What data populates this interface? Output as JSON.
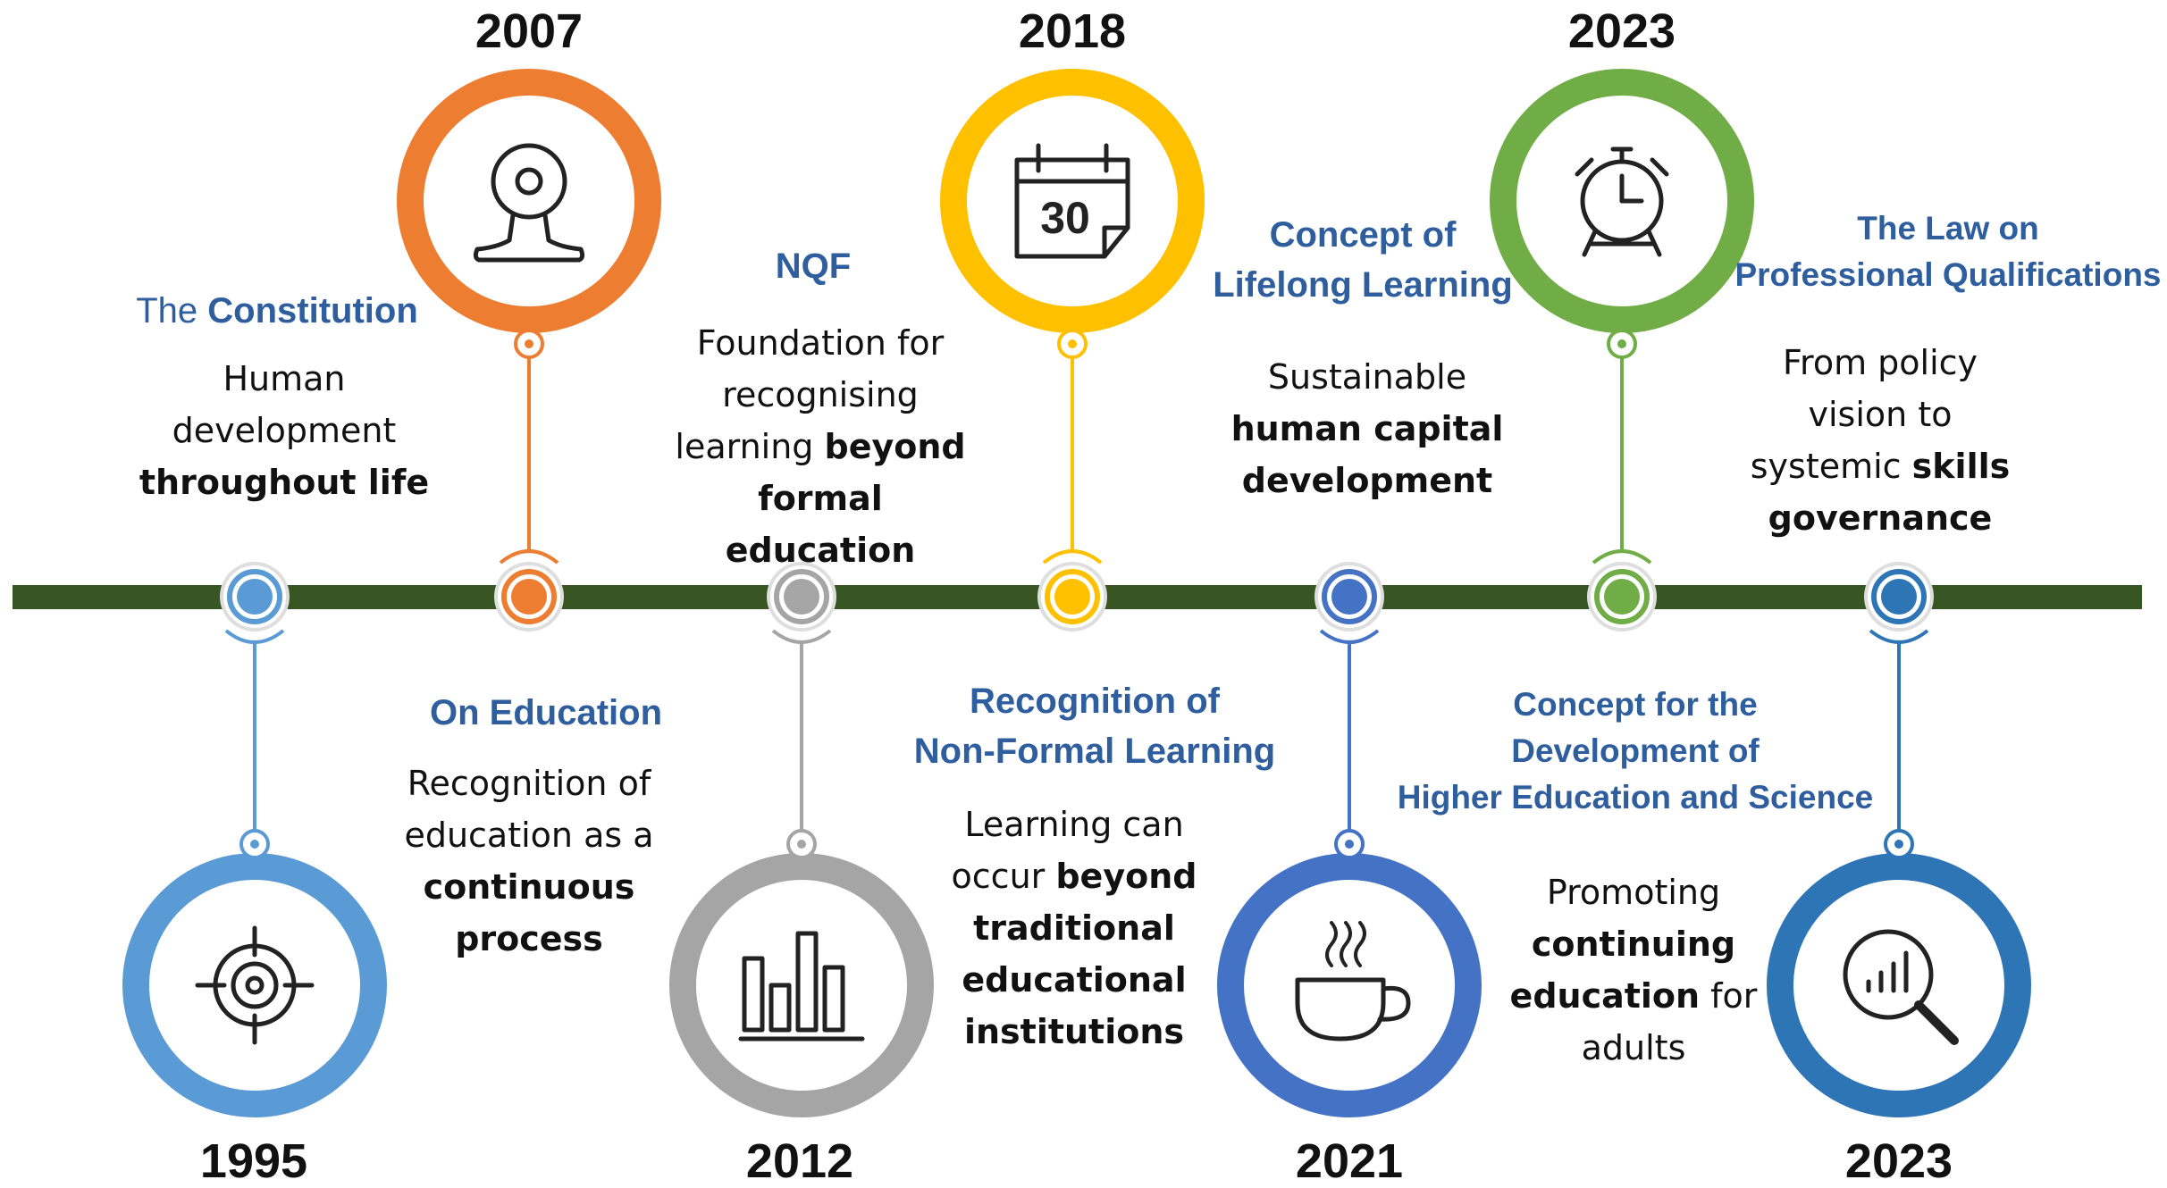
{
  "timeline_color": "#375623",
  "events": [
    {
      "year": "1995",
      "color": "#5b9bd5",
      "icon": "target-icon",
      "title_pre": "The ",
      "title_bold": "Constitution",
      "desc": [
        {
          "t": "Human",
          "b": false
        },
        {
          "t": "development",
          "b": false
        },
        {
          "t": "throughout life",
          "b": true
        }
      ]
    },
    {
      "year": "2007",
      "color": "#ed7d31",
      "icon": "webcam-icon",
      "title_lines": [
        "On Education"
      ],
      "desc": [
        {
          "t": "Recognition of",
          "b": false
        },
        {
          "t": "education as a",
          "b": false
        },
        {
          "t": "continuous",
          "b": true
        },
        {
          "t": "process",
          "b": true
        }
      ]
    },
    {
      "year": "2012",
      "color": "#a5a5a5",
      "icon": "bar-chart-icon",
      "title_lines": [
        "NQF"
      ],
      "desc": [
        {
          "t": "Foundation for",
          "b": false
        },
        {
          "t": "recognising",
          "b": false
        },
        {
          "parts": [
            {
              "t": "learning ",
              "b": false
            },
            {
              "t": "beyond",
              "b": true
            }
          ]
        },
        {
          "t": "formal",
          "b": true
        },
        {
          "t": "education",
          "b": true
        }
      ]
    },
    {
      "year": "2018",
      "color": "#ffc000",
      "icon": "calendar-icon",
      "calendar_day": "30",
      "title_lines": [
        "Recognition of",
        "Non-Formal Learning"
      ],
      "desc": [
        {
          "t": "Learning can",
          "b": false
        },
        {
          "parts": [
            {
              "t": "occur ",
              "b": false
            },
            {
              "t": "beyond",
              "b": true
            }
          ]
        },
        {
          "t": "traditional",
          "b": true
        },
        {
          "t": "educational",
          "b": true
        },
        {
          "t": "institutions",
          "b": true
        }
      ]
    },
    {
      "year": "2021",
      "color": "#4472c4",
      "icon": "coffee-cup-icon",
      "title_lines": [
        "Concept of",
        "Lifelong Learning"
      ],
      "desc": [
        {
          "t": "Sustainable",
          "b": false
        },
        {
          "t": "human capital",
          "b": true
        },
        {
          "t": "development",
          "b": true
        }
      ]
    },
    {
      "year": "2023",
      "color": "#70ad47",
      "icon": "alarm-clock-icon",
      "title_lines": [
        "Concept for the",
        "Development of",
        "Higher Education and Science"
      ],
      "desc": [
        {
          "t": "Promoting",
          "b": false
        },
        {
          "t": "continuing",
          "b": true
        },
        {
          "parts": [
            {
              "t": "education",
              "b": true
            },
            {
              "t": " for",
              "b": false
            }
          ]
        },
        {
          "t": "adults",
          "b": false
        }
      ]
    },
    {
      "year": "2023",
      "color": "#2e75b6",
      "icon": "magnifier-chart-icon",
      "title_lines": [
        "The Law on",
        "Professional Qualifications"
      ],
      "desc": [
        {
          "t": "From policy",
          "b": false
        },
        {
          "t": "vision to",
          "b": false
        },
        {
          "parts": [
            {
              "t": "systemic ",
              "b": false
            },
            {
              "t": "skills",
              "b": true
            }
          ]
        },
        {
          "t": "governance",
          "b": true
        }
      ]
    }
  ]
}
